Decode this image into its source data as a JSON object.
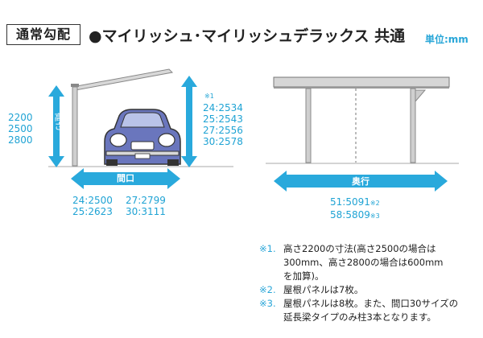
{
  "header": {
    "badge": "通常勾配",
    "title": "●マイリッシュ･マイリッシュデラックス 共通",
    "unit": "単位:mm"
  },
  "left_view": {
    "height_label": "高さ",
    "heights": [
      "2200",
      "2500",
      "2800"
    ],
    "eave_mark": "※1",
    "eave_heights": [
      "24:2534",
      "25:2543",
      "27:2556",
      "30:2578"
    ],
    "width_label": "間口",
    "widths_col1": [
      "24:2500",
      "25:2623"
    ],
    "widths_col2": [
      "27:2799",
      "30:3111"
    ]
  },
  "right_view": {
    "depth_label": "奥行",
    "depths": [
      {
        "value": "51:5091",
        "mark": "※2"
      },
      {
        "value": "58:5809",
        "mark": "※3"
      }
    ]
  },
  "notes": [
    {
      "mark": "※1.",
      "lines": [
        "高さ2200の寸法(高さ2500の場合は",
        "300mm、高さ2800の場合は600mm",
        "を加算)。"
      ]
    },
    {
      "mark": "※2.",
      "lines": [
        "屋根パネルは7枚。"
      ]
    },
    {
      "mark": "※3.",
      "lines": [
        "屋根パネルは8枚。また、間口30サイズの",
        "延長梁タイプのみ柱3本となります。"
      ]
    }
  ],
  "colors": {
    "accent": "#29a9dc",
    "car": "#6a76bd",
    "frame": "#9a9a9a"
  }
}
